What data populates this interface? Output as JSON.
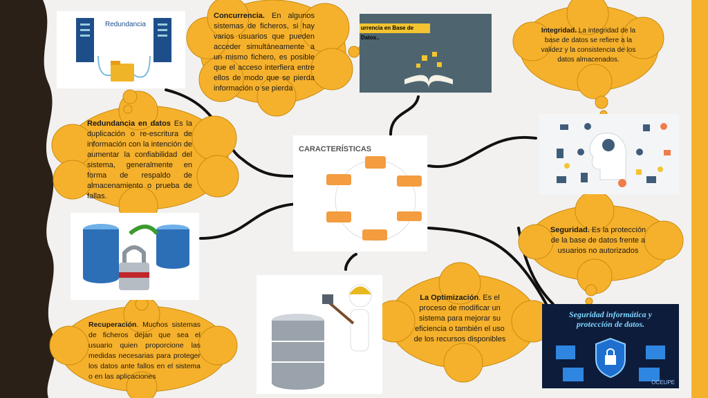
{
  "colors": {
    "cloud": "#f6b12c",
    "accent": "#f6b12c",
    "left_band": "#2a2018",
    "connector": "#111111"
  },
  "concurrencia": {
    "title": "Concurrencia.",
    "text": " En algunos sistemas de ficheros, si hay varios usuarios que pueden acceder simultáneamente a un mismo fichero, es posible que el acceso interfiera entre ellos de modo que se pierda información o se pierda"
  },
  "integridad": {
    "title": "Integridad.",
    "text": " La integridad de la base de datos se refiere a la validez y la consistencia de los datos almacenados."
  },
  "redundancia": {
    "title": "Redundancia en datos",
    "text": " Es la duplicación o re-escritura de información con la intención de aumentar la confiabilidad del sistema, generalmente en forma de respaldo de almacenamiento o prueba de fallas."
  },
  "seguridad": {
    "title": "Seguridad.",
    "text": " Es la protección de la base de datos frente a usuarios no autorizados"
  },
  "recuperacion": {
    "title": "Recuperación",
    "text": ". Muchos sistemas de ficheros dejan que sea el usuario quien proporcione las medidas necesarias para proteger los datos ante fallos en el sistema o en las aplicaciones"
  },
  "optimizacion": {
    "title": "La Optimización",
    "text": ". Es el proceso de modificar un sistema para mejorar su eficiencia o también el uso de los recursos disponibles"
  },
  "center_panel": {
    "title": "CARACTERÍSTICAS"
  },
  "img_redundancia": {
    "label": "Redundancia"
  },
  "img_concurrencia": {
    "label": "urrencia en Base de Datos.."
  },
  "img_seguridad": {
    "title_line1": "Seguridad informática y",
    "title_line2": "protección de datos.",
    "credit": "OCEUPE"
  }
}
